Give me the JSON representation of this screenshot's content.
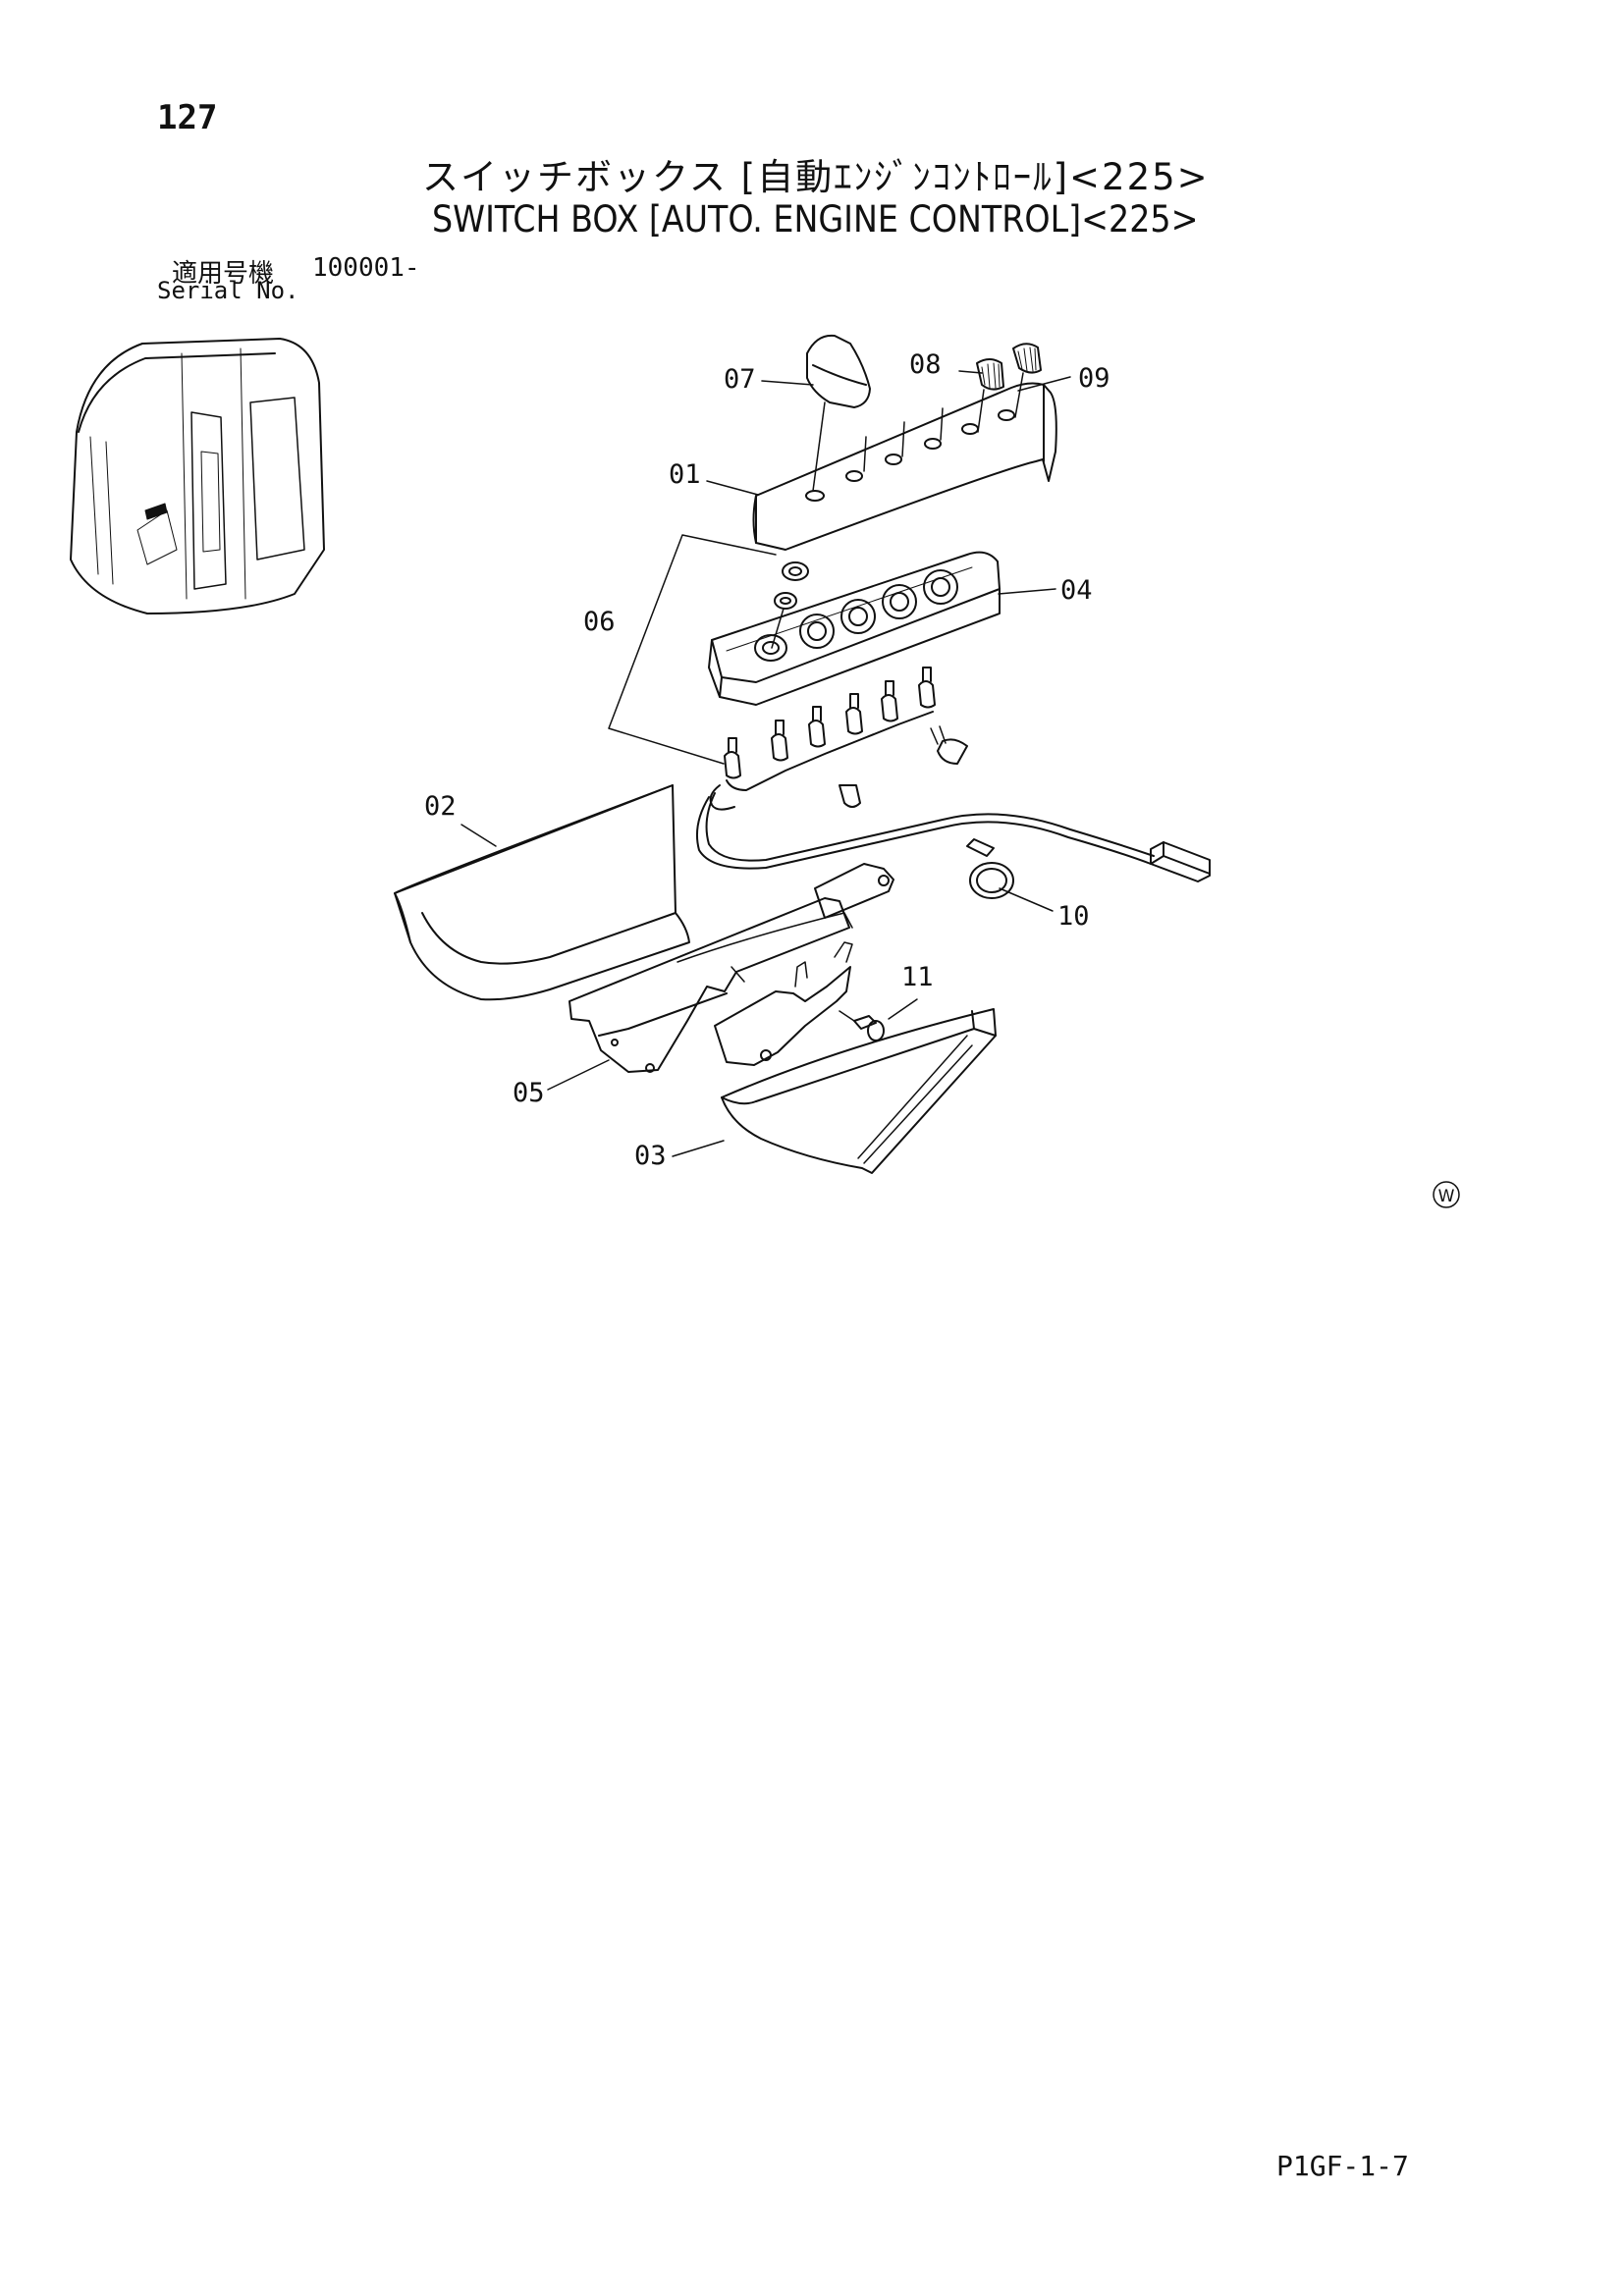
{
  "header": {
    "page_number": "127",
    "title_jp": "スイッチボックス [自動ｴﾝｼﾞﾝｺﾝﾄﾛｰﾙ]<225>",
    "title_en": "SWITCH BOX [AUTO. ENGINE CONTROL]<225>",
    "serial_label_jp": "適用号機",
    "serial_label_en": "Serial No.",
    "serial_value": "100001-"
  },
  "callouts": [
    "01",
    "02",
    "03",
    "04",
    "05",
    "06",
    "07",
    "08",
    "09",
    "10",
    "11"
  ],
  "watermark_mark": "W",
  "footer": {
    "figure_code": "P1GF-1-7"
  }
}
